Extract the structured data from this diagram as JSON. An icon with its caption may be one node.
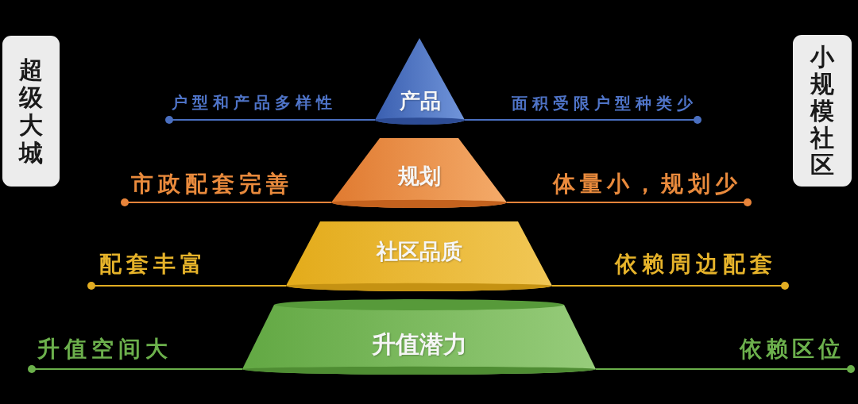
{
  "diagram": {
    "nodes": [
      {
        "text": [
          "超级大城"
        ]
      },
      {
        "text": [
          "小规模社区"
        ]
      },
      {
        "text": [
          "户型和产品多样性"
        ]
      },
      {
        "text": [
          "产品"
        ]
      },
      {
        "text": [
          "面积受限户型种类少"
        ]
      },
      {
        "text": [
          "市政配套完善"
        ]
      },
      {
        "text": [
          "规划"
        ]
      },
      {
        "text": [
          "体量小，规划少"
        ]
      },
      {
        "text": [
          "配套丰富"
        ]
      },
      {
        "text": [
          "社区品质"
        ]
      },
      {
        "text": [
          "依赖周边配套"
        ]
      },
      {
        "text": [
          "升值空间大"
        ]
      },
      {
        "text": [
          "升值潜力"
        ]
      },
      {
        "text": [
          "依赖区位"
        ]
      }
    ],
    "edges": [
      {
        "from": 2,
        "to": 3,
        "arrow": "other",
        "color": "#4a6fc0"
      },
      {
        "from": 4,
        "to": 3,
        "arrow": "other",
        "color": "#4a6fc0"
      },
      {
        "from": 5,
        "to": 6,
        "arrow": "other",
        "color": "#e8843a"
      },
      {
        "from": 7,
        "to": 6,
        "arrow": "other",
        "color": "#e8843a"
      },
      {
        "from": 8,
        "to": 9,
        "arrow": "other",
        "color": "#e3ad22"
      },
      {
        "from": 10,
        "to": 9,
        "arrow": "other",
        "color": "#e3ad22"
      },
      {
        "from": 11,
        "to": 12,
        "arrow": "other",
        "color": "#6aaf4a"
      },
      {
        "from": 13,
        "to": 12,
        "arrow": "other",
        "color": "#6aaf4a"
      }
    ]
  }
}
